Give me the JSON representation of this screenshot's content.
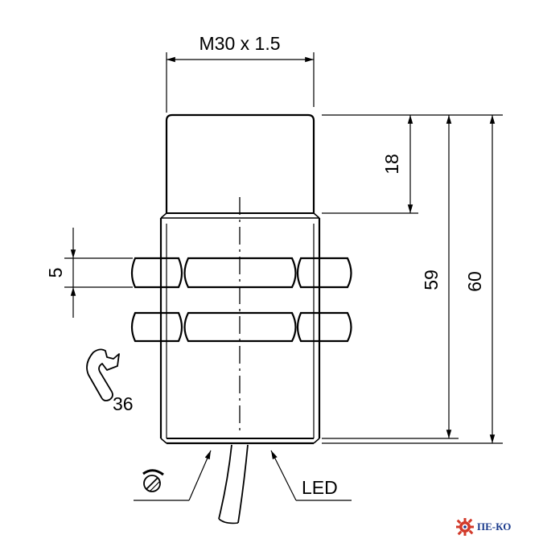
{
  "dimensions": {
    "thread": "M30 x 1.5",
    "sensing_face_length": "18",
    "nut_width": "5",
    "body_length_59": "59",
    "total_length_60": "60",
    "wrench_size": "36"
  },
  "labels": {
    "led": "LED"
  },
  "logo": {
    "text": "ПЕ-КО",
    "gear_color": "#d23a2a",
    "text_color": "#1a3a8c"
  },
  "icons": {
    "wrench": "wrench-icon",
    "potentiometer": "potentiometer-icon",
    "logo_gear": "gear-icon"
  }
}
